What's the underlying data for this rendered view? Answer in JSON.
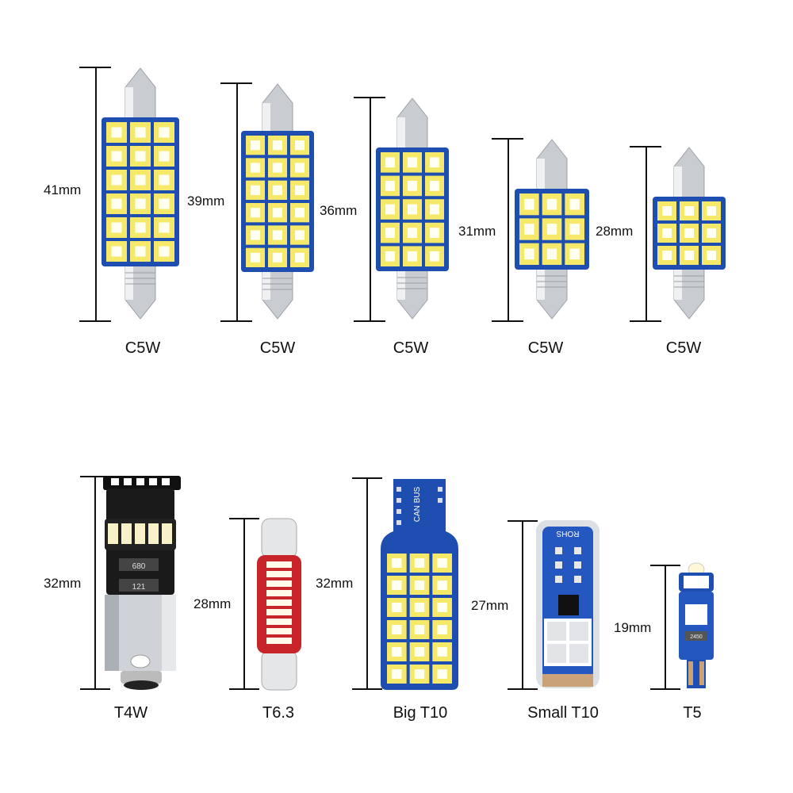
{
  "bulbs": [
    {
      "id": "festoon-41",
      "dimension": "41mm",
      "type": "C5W"
    },
    {
      "id": "festoon-39",
      "dimension": "39mm",
      "type": "C5W"
    },
    {
      "id": "festoon-36",
      "dimension": "36mm",
      "type": "C5W"
    },
    {
      "id": "festoon-31",
      "dimension": "31mm",
      "type": "C5W"
    },
    {
      "id": "festoon-28",
      "dimension": "28mm",
      "type": "C5W"
    },
    {
      "id": "t4w",
      "dimension": "32mm",
      "type": "T4W",
      "chip_labels": [
        "680",
        "121"
      ]
    },
    {
      "id": "t6-3",
      "dimension": "28mm",
      "type": "T6.3"
    },
    {
      "id": "big-t10",
      "dimension": "32mm",
      "type": "Big T10",
      "board_text": "CAN BUS"
    },
    {
      "id": "small-t10",
      "dimension": "27mm",
      "type": "Small T10",
      "board_text": "ROHS"
    },
    {
      "id": "t5",
      "dimension": "19mm",
      "type": "T5",
      "chip_labels": [
        "2450"
      ]
    }
  ],
  "colors": {
    "pcb_blue": "#1e4fb0",
    "led_yellow": "#f6e96a",
    "led_white": "#fffff2",
    "metal": "#c9ccd0",
    "red_pcb": "#c8252a"
  }
}
